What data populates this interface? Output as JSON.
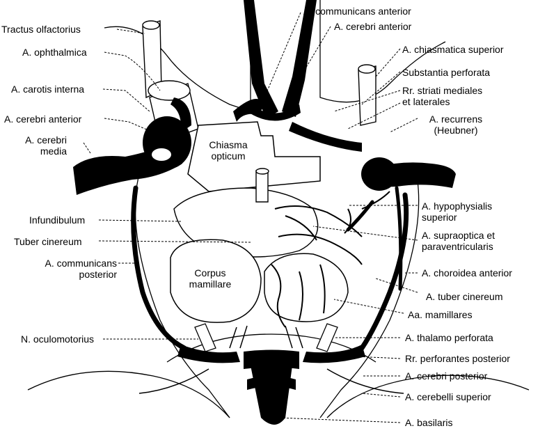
{
  "labels": {
    "communicans_anterior_top": "A. communicans anterior",
    "cerebri_anterior_top": "A. cerebri anterior",
    "tractus_olfactorius": "Tractus olfactorius",
    "ophthalmica": "A. ophthalmica",
    "chiasmatica_superior": "A. chiasmatica superior",
    "substantia_perforata": "Substantia perforata",
    "carotis_interna": "A. carotis interna",
    "rr_striati_1": "Rr. striati mediales",
    "rr_striati_2": "et laterales",
    "cerebri_anterior_left": "A. cerebri anterior",
    "recurrens_1": "A. recurrens",
    "recurrens_2": "(Heubner)",
    "cerebri_media_1": "A. cerebri",
    "cerebri_media_2": "media",
    "chiasma_1": "Chiasma",
    "chiasma_2": "opticum",
    "hypophysialis_1": "A. hypophysialis",
    "hypophysialis_2": "superior",
    "infundibulum": "Infundibulum",
    "supraoptica_1": "A. supraoptica et",
    "supraoptica_2": "paraventricularis",
    "tuber_cinereum_left": "Tuber cinereum",
    "communicans_posterior_1": "A. communicans",
    "communicans_posterior_2": "posterior",
    "corpus_1": "Corpus",
    "corpus_2": "mamillare",
    "choroidea_anterior": "A. choroidea anterior",
    "tuber_cinereum_right": "A. tuber cinereum",
    "aa_mamillares": "Aa. mamillares",
    "oculomotorius": "N. oculomotorius",
    "thalamo_perforata": "A. thalamo perforata",
    "rr_perforantes": "Rr. perforantes posterior",
    "cerebri_posterior": "A. cerebri posterior",
    "cerebelli_superior": "A. cerebelli superior",
    "basilaris": "A. basilaris"
  },
  "colors": {
    "ink": "#000000",
    "paper": "#ffffff",
    "shade": "#d9d9d9"
  }
}
